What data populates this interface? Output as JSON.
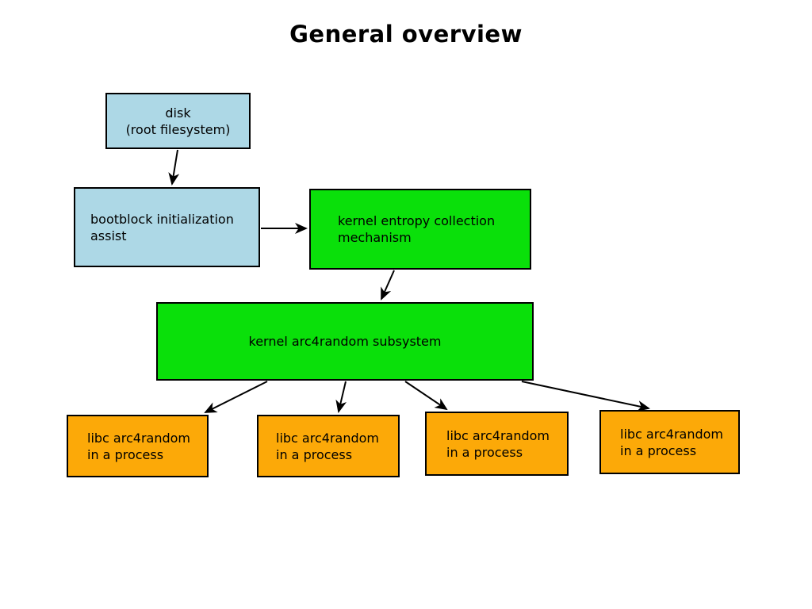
{
  "title": "General overview",
  "colors": {
    "light_blue": "#add8e6",
    "green": "#0ae00a",
    "orange": "#fca908",
    "border": "#000000"
  },
  "boxes": {
    "disk": {
      "lines": [
        "disk",
        "(root filesystem)"
      ]
    },
    "bootblock": {
      "lines": [
        "bootblock initialization",
        "assist"
      ]
    },
    "kernel_entropy": {
      "lines": [
        "kernel entropy collection",
        "mechanism"
      ]
    },
    "kernel_arc4random": {
      "label": "kernel arc4random subsystem"
    },
    "process_boxes": [
      {
        "lines": [
          "libc arc4random",
          "in a process"
        ]
      },
      {
        "lines": [
          "libc arc4random",
          "in a process"
        ]
      },
      {
        "lines": [
          "libc arc4random",
          "in a process"
        ]
      },
      {
        "lines": [
          "libc arc4random",
          "in a process"
        ]
      }
    ]
  }
}
